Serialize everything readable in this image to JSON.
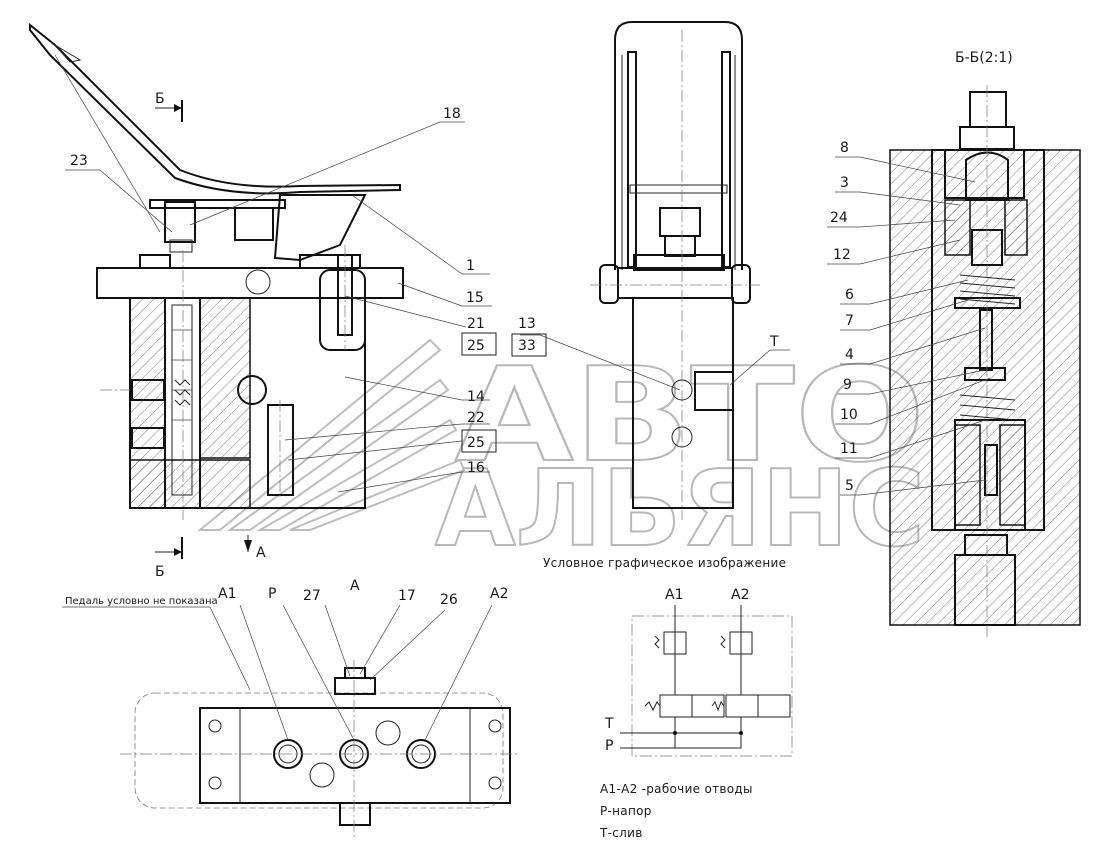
{
  "views": {
    "section_mark": "Б",
    "section_title": "Б-Б(2:1)",
    "view_a_mark": "А",
    "view_a_title": "А"
  },
  "callouts": {
    "front": [
      "23",
      "18",
      "1",
      "15",
      "21",
      "25",
      "14",
      "22",
      "25",
      "16"
    ],
    "middle": [
      "13",
      "33",
      "Т"
    ],
    "section": [
      "8",
      "3",
      "24",
      "12",
      "6",
      "7",
      "4",
      "9",
      "10",
      "11",
      "5"
    ],
    "bottom": [
      "А1",
      "Р",
      "27",
      "17",
      "26",
      "А2"
    ]
  },
  "notes": {
    "pedal": "Педаль условно не показана",
    "symbol_title": "Условное графическое изображение"
  },
  "schematic": {
    "port_a1": "А1",
    "port_a2": "А2",
    "port_t": "Т",
    "port_p": "Р"
  },
  "legend": [
    "А1-А2 -рабочие отводы",
    "Р-напор",
    "Т-слив"
  ],
  "watermark": {
    "line1": "АВТО",
    "line2": "АЛЬЯНС"
  },
  "colors": {
    "ink": "#111111",
    "watermark": "#b8b8b8",
    "background": "#ffffff"
  }
}
